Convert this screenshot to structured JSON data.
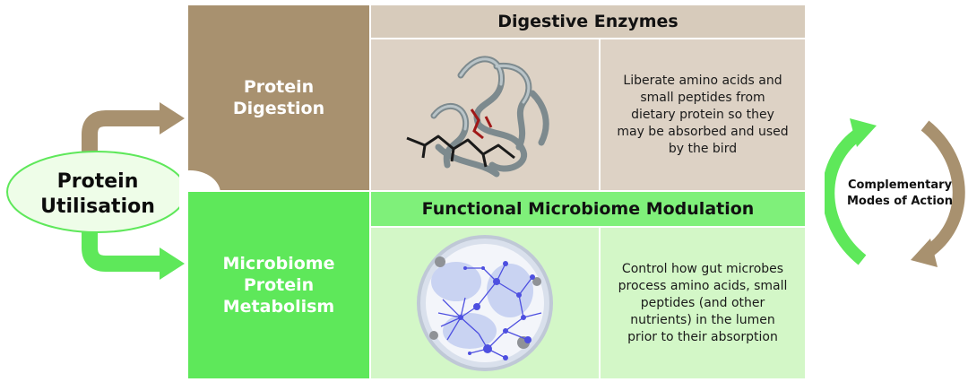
{
  "utilisation": {
    "label": "Protein Utilisation"
  },
  "digestion": {
    "label": "Protein Digestion",
    "header": "Digestive Enzymes",
    "description": "Liberate amino acids and small peptides from dietary protein so they may be absorbed and used by the bird",
    "image_icon": "protein-enzyme-structure-image"
  },
  "microbiome": {
    "label": "Microbiome Protein Metabolism",
    "header": "Functional Microbiome Modulation",
    "description": "Control how gut microbes process amino acids, small peptides (and other nutrients) in the lumen prior to their absorption",
    "image_icon": "microbiome-network-image"
  },
  "complementary": {
    "label": "Complementary Modes of Action"
  },
  "colors": {
    "brown": "#a8916f",
    "brown_light": "#ddd2c5",
    "green": "#5ee85a",
    "green_light": "#d3f7c7"
  }
}
